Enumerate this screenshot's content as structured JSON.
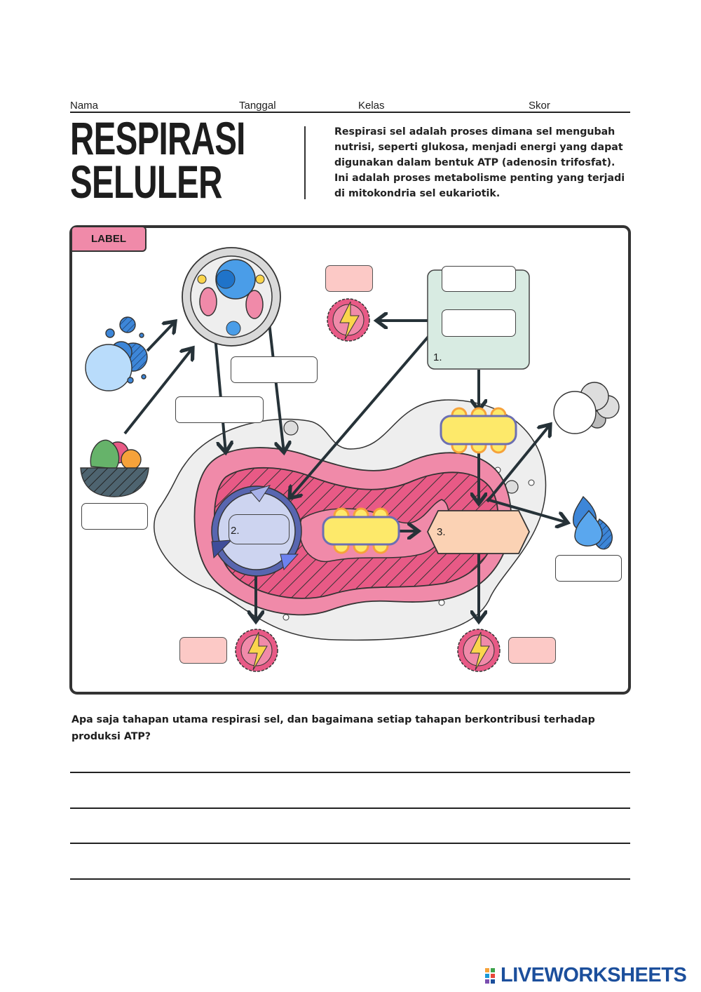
{
  "header": {
    "name_label": "Nama",
    "date_label": "Tanggal",
    "class_label": "Kelas",
    "score_label": "Skor"
  },
  "title": {
    "line1": "RESPIRASI",
    "line2": "SELULER"
  },
  "intro": "Respirasi sel adalah proses dimana sel mengubah nutrisi, seperti glukosa, menjadi energi yang dapat digunakan dalam bentuk ATP (adenosin trifosfat). Ini adalah proses metabolisme penting yang terjadi di mitokondria sel eukariotik.",
  "diagram": {
    "tab_label": "LABEL",
    "stage1": "1.",
    "stage2": "2.",
    "stage3": "3.",
    "colors": {
      "pink": "#f08aa9",
      "green": "#d8ebe2",
      "yellow": "#fde96a",
      "peach": "#fbd2b4",
      "lavender": "#cdd4f0"
    }
  },
  "question": "Apa saja tahapan utama respirasi sel, dan bagaimana setiap tahapan berkontribusi terhadap produksi ATP?",
  "answer": {
    "line1": "",
    "line2": "",
    "line3": "",
    "line4": ""
  },
  "logo": "LIVEWORKSHEETS"
}
